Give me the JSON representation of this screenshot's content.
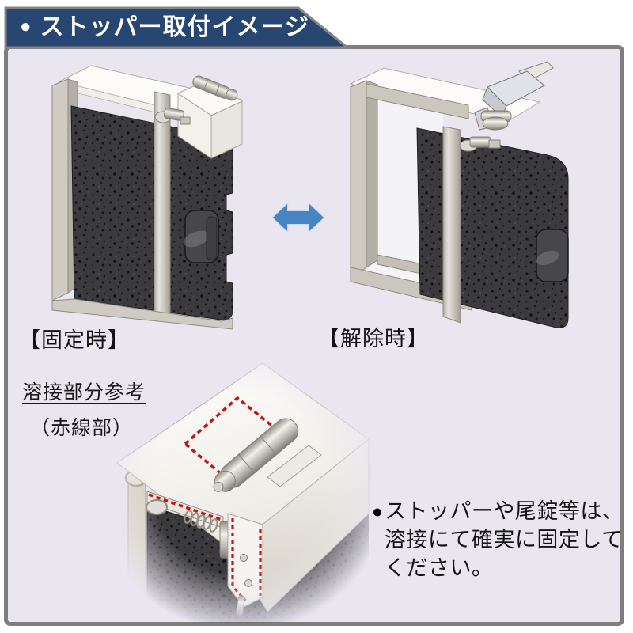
{
  "header": {
    "bullet_icon": "●",
    "title": "ストッパー取付イメージ"
  },
  "states": {
    "fixed_label": "【固定時】",
    "released_label": "【解除時】",
    "swap_arrow_icon": "double-headed-horizontal-arrow"
  },
  "weld_reference": {
    "title": "溶接部分参考",
    "subtitle": "（赤線部）"
  },
  "note": {
    "bullet_icon": "●",
    "lines": [
      "ストッパーや尾錠等は、",
      "溶接にて確実に固定して",
      "ください。"
    ]
  },
  "colors": {
    "header_background": "#274671",
    "panel_background": "#e9e6ef",
    "panel_border": "#7e7e7e",
    "arrow_blue": "#4784c4",
    "arrow_halo": "#c8dbf0",
    "weld_mark_red": "#c41414",
    "gate_panel_dark": "#3b3a3d",
    "frame_metal": "#cfcbc2"
  }
}
